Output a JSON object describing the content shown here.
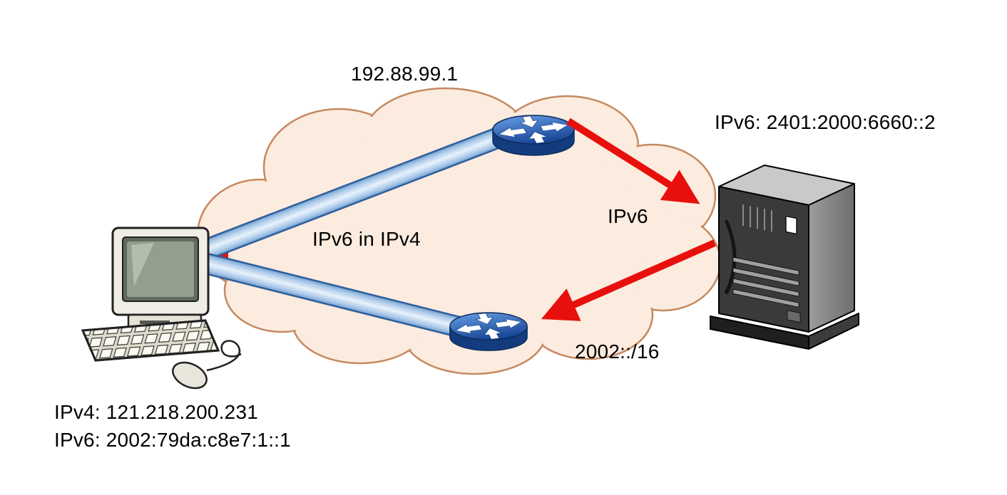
{
  "diagram": {
    "labels": {
      "relay_router_ipv4": "192.88.99.1",
      "server_ipv6": "IPv6: 2401:2000:6660::2",
      "tunnel": "IPv6 in IPv4",
      "native_link": "IPv6",
      "prefix_6to4": "2002::/16",
      "host_ipv4": "IPv4: 121.218.200.231",
      "host_ipv6": "IPv6: 2002:79da:c8e7:1::1"
    },
    "colors": {
      "background": "#ffffff",
      "cloud_fill": "#fcebdf",
      "cloud_stroke": "#c5895f",
      "tunnel_pipe": "#cfe2f6",
      "tunnel_pipe_stroke": "#2f5f9e",
      "arrow_red": "#e8100d",
      "router_blue": "#17458f",
      "server_gray": "#3a3a3a"
    }
  }
}
